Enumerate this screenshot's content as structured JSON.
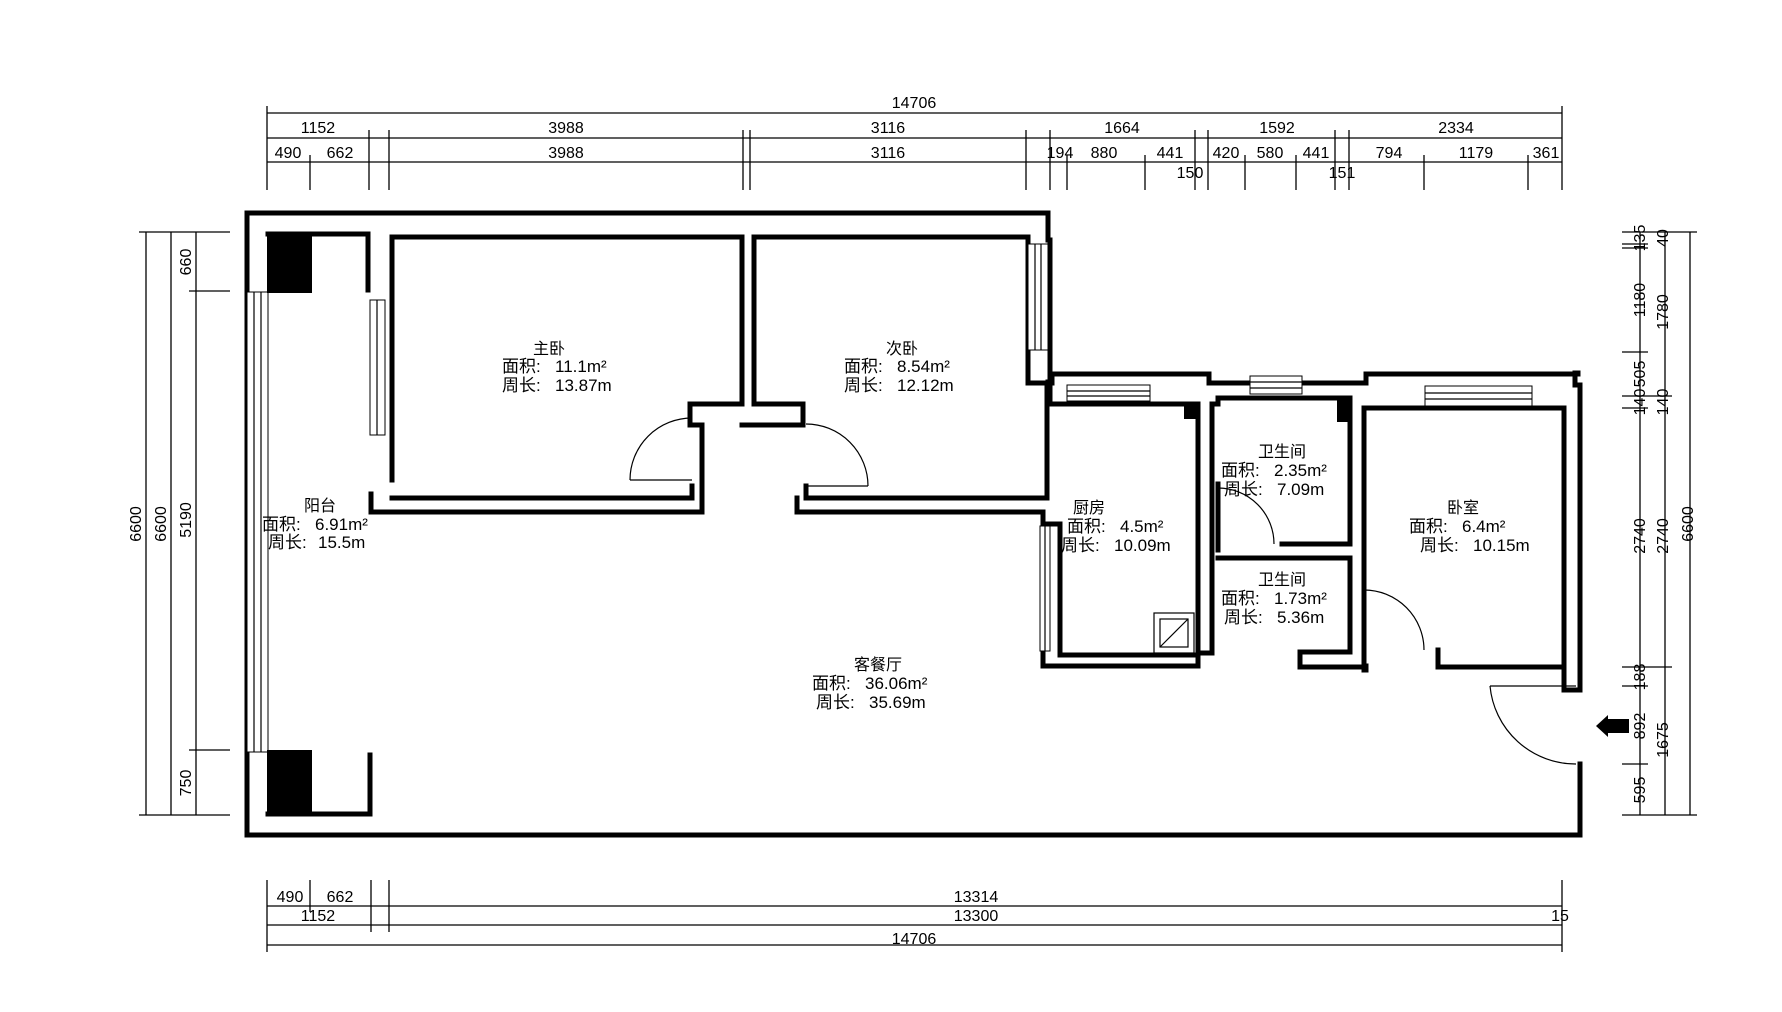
{
  "rooms": [
    {
      "id": "master-bedroom",
      "name": "主卧",
      "area_label": "面积:",
      "area": "11.1m²",
      "perimeter_label": "周长:",
      "perimeter": "13.87m"
    },
    {
      "id": "second-bedroom",
      "name": "次卧",
      "area_label": "面积:",
      "area": "8.54m²",
      "perimeter_label": "周长:",
      "perimeter": "12.12m"
    },
    {
      "id": "balcony",
      "name": "阳台",
      "area_label": "面积:",
      "area": "6.91m²",
      "perimeter_label": "周长:",
      "perimeter": "15.5m"
    },
    {
      "id": "kitchen",
      "name": "厨房",
      "area_label": "面积:",
      "area": "4.5m²",
      "perimeter_label": "周长:",
      "perimeter": "10.09m"
    },
    {
      "id": "bathroom-1",
      "name": "卫生间",
      "area_label": "面积:",
      "area": "2.35m²",
      "perimeter_label": "周长:",
      "perimeter": "7.09m"
    },
    {
      "id": "bathroom-2",
      "name": "卫生间",
      "area_label": "面积:",
      "area": "1.73m²",
      "perimeter_label": "周长:",
      "perimeter": "5.36m"
    },
    {
      "id": "bedroom",
      "name": "卧室",
      "area_label": "面积:",
      "area": "6.4m²",
      "perimeter_label": "周长:",
      "perimeter": "10.15m"
    },
    {
      "id": "living-dining",
      "name": "客餐厅",
      "area_label": "面积:",
      "area": "36.06m²",
      "perimeter_label": "周长:",
      "perimeter": "35.69m"
    }
  ],
  "dimensions": {
    "top_total": "14706",
    "top_mid": [
      "1152",
      "3988",
      "3116",
      "1664",
      "1592",
      "2334"
    ],
    "top_detail": [
      "490",
      "662",
      "3988",
      "3116",
      "194",
      "880",
      "441",
      "150",
      "420",
      "580",
      "441",
      "151",
      "794",
      "1179",
      "361"
    ],
    "left_outer": "6600",
    "left_mid": "6600",
    "left_detail": [
      "660",
      "5190",
      "750"
    ],
    "right_detail": [
      "135",
      "40",
      "1180",
      "505",
      "140",
      "140",
      "2740",
      "188",
      "892",
      "595"
    ],
    "right_mid": [
      "1780",
      "2740",
      "1675"
    ],
    "right_outer": "6600",
    "bottom_detail": [
      "490",
      "662",
      "13314",
      "15"
    ],
    "bottom_mid": [
      "1152",
      "13300"
    ],
    "bottom_total": "14706"
  }
}
